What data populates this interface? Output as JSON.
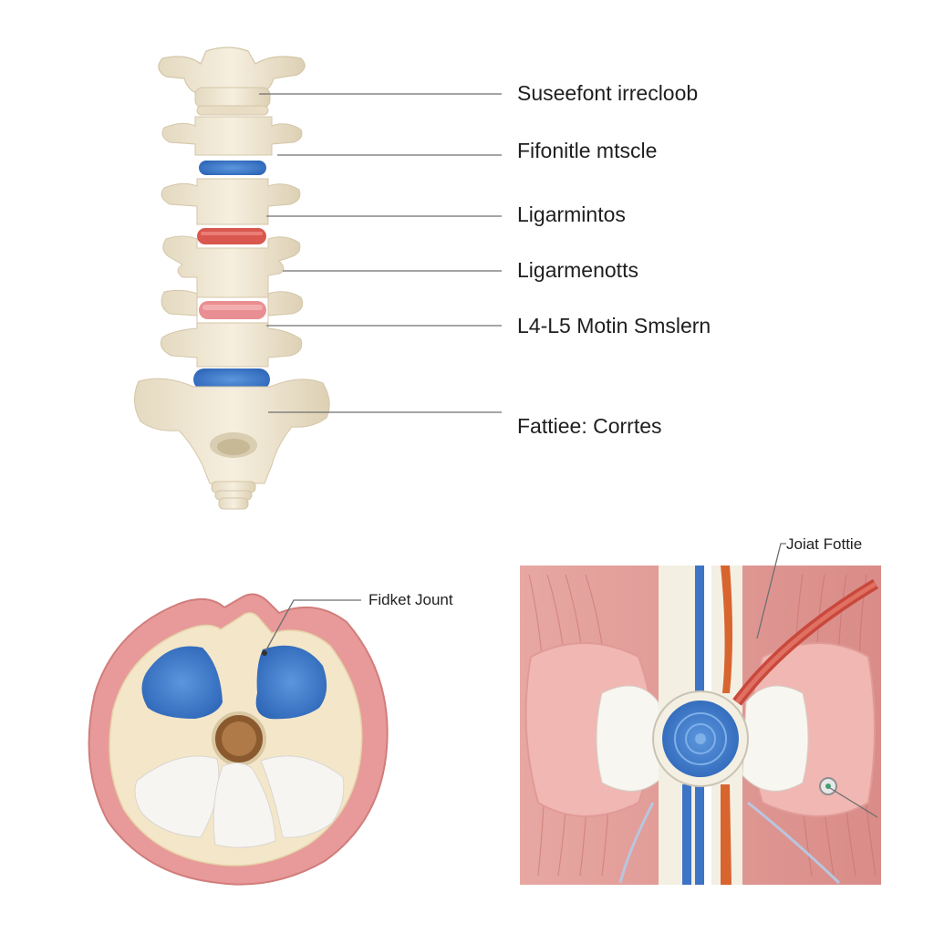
{
  "spine_labels": [
    "Suseefont irrecloob",
    "Fifonitle mtscle",
    "Ligarmintos",
    "Ligarmenotts",
    "L4-L5 Motin Smslern",
    "Fattiee: Corrtes"
  ],
  "cross_section_label": "Fidket Jount",
  "detail_label": "Joiat Fottie",
  "colors": {
    "bone": "#efe6d2",
    "bone_shadow": "#d9cdb2",
    "disc_blue": "#3f7fcf",
    "disc_red": "#d9574f",
    "disc_pink": "#e98e92",
    "muscle": "#e6a29d",
    "muscle_dark": "#cf7a76",
    "artery": "#d8642e",
    "vein": "#3c74c6",
    "leader_line": "#6f6f6f"
  }
}
